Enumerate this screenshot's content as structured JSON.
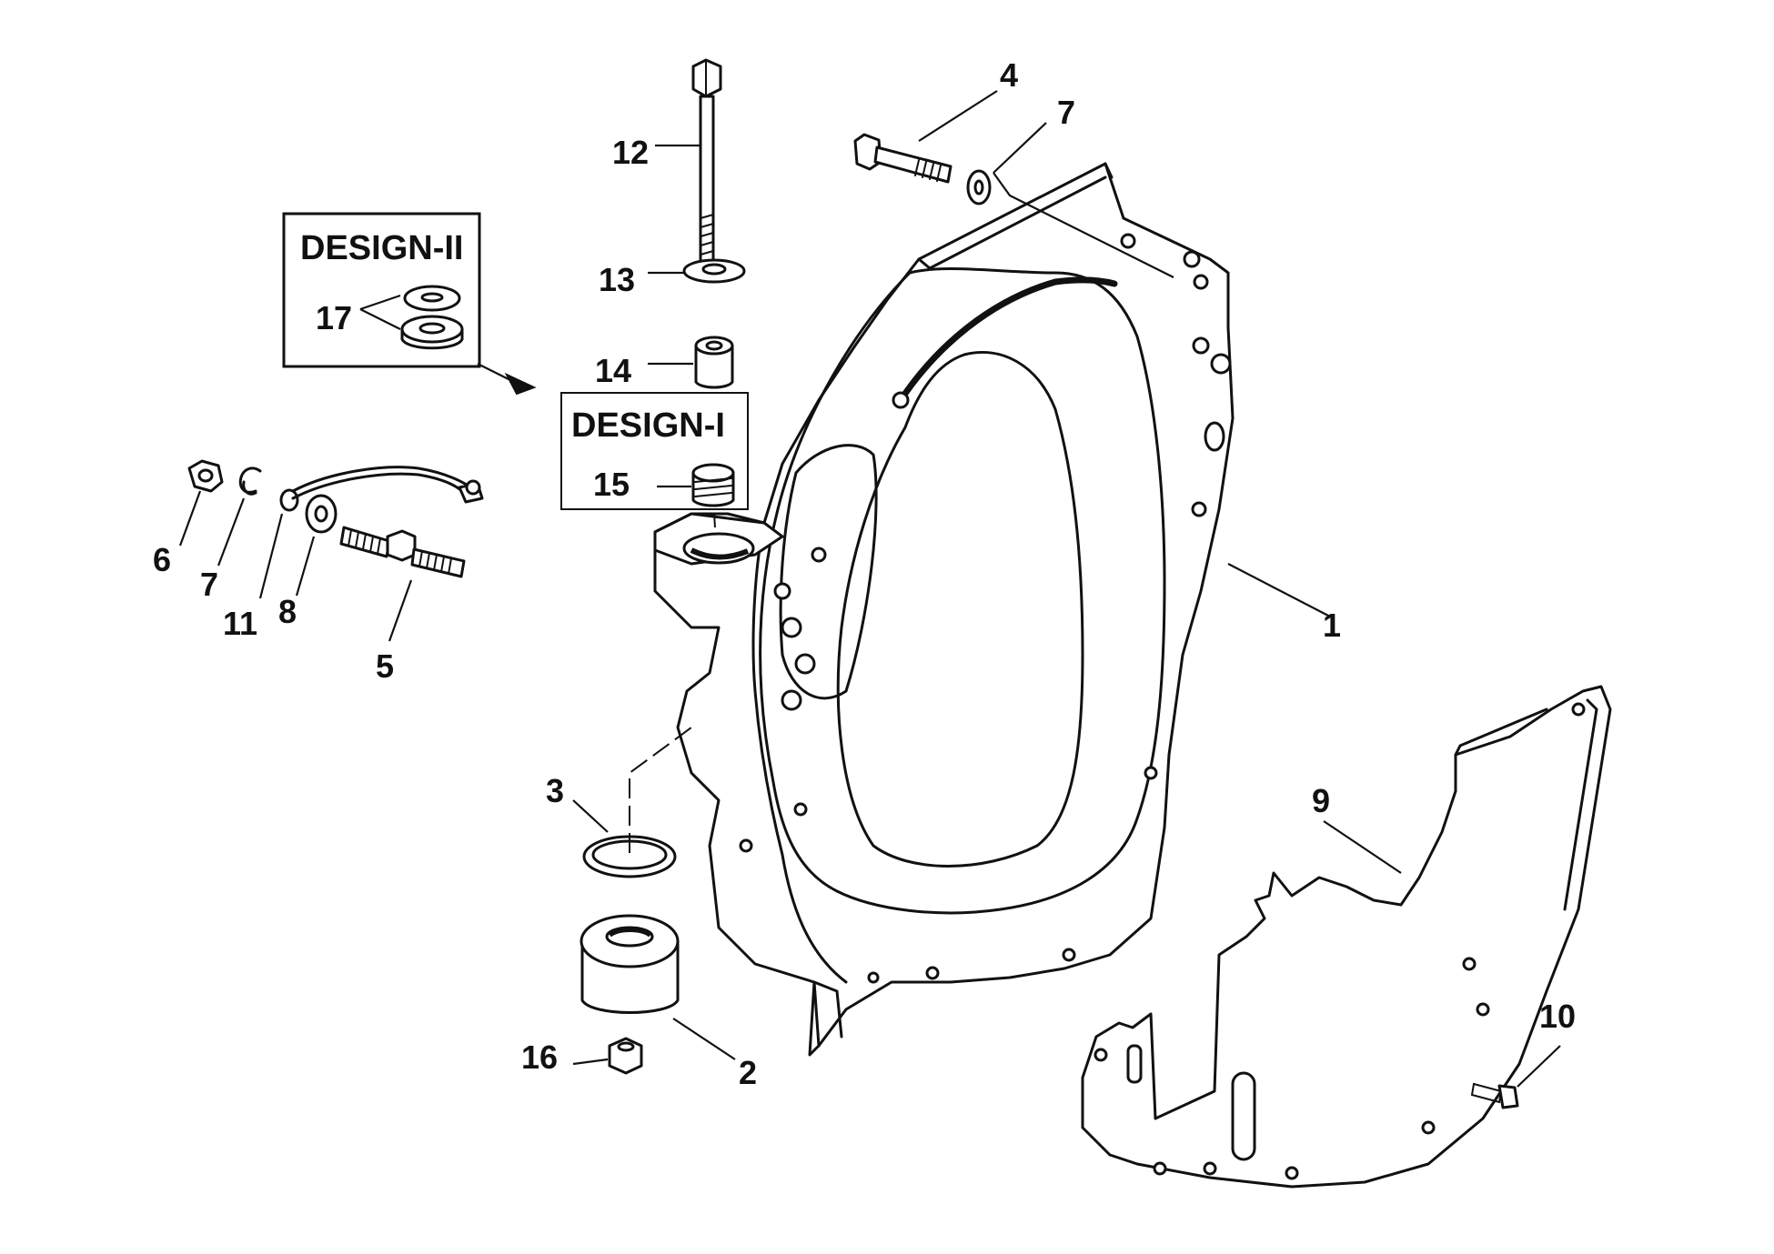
{
  "callouts": {
    "c1": "1",
    "c2": "2",
    "c3": "3",
    "c4": "4",
    "c5": "5",
    "c6": "6",
    "c7a": "7",
    "c7b": "7",
    "c8": "8",
    "c9": "9",
    "c10": "10",
    "c11": "11",
    "c12": "12",
    "c13": "13",
    "c14": "14",
    "c15": "15",
    "c16": "16",
    "c17": "17"
  },
  "boxes": {
    "design2": "DESIGN-II",
    "design1": "DESIGN-I"
  },
  "colors": {
    "ink": "#111111",
    "paper": "#ffffff"
  }
}
